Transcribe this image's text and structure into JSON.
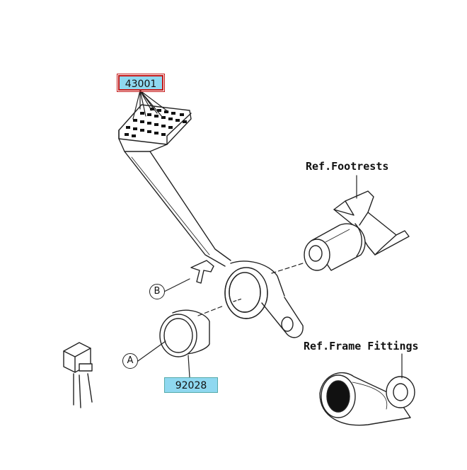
{
  "parts": {
    "pedal_number": "43001",
    "collar_number": "92028"
  },
  "references": {
    "footrests": "Ref.Footrests",
    "frame_fittings": "Ref.Frame Fittings"
  },
  "markers": {
    "a": "A",
    "b": "B"
  },
  "colors": {
    "label_fill": "#8fd8f0",
    "highlight_border": "#c41a1a",
    "line": "#222222"
  }
}
